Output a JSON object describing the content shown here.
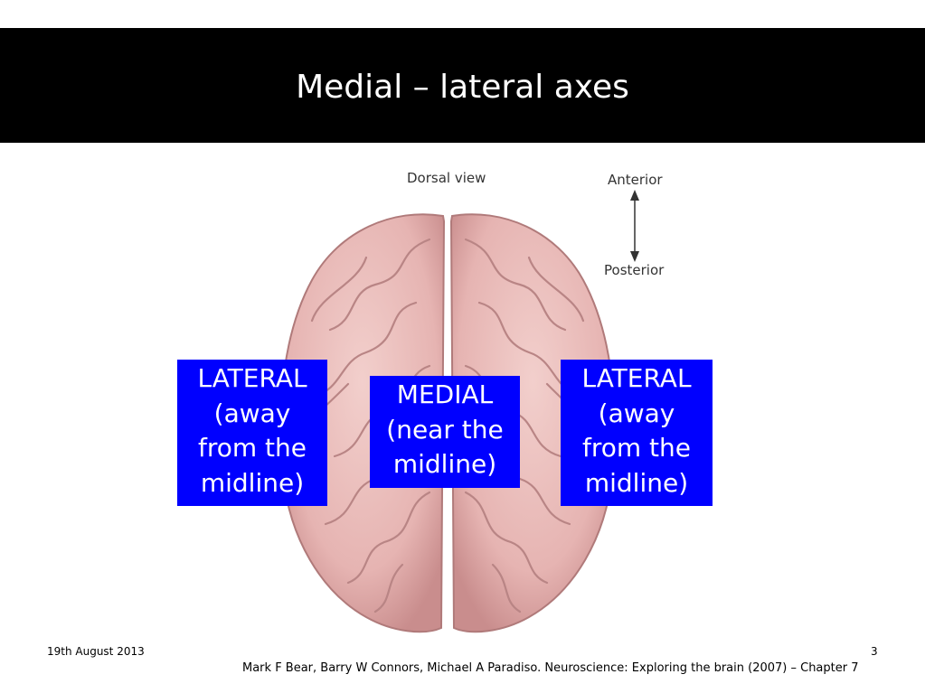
{
  "slide": {
    "title": "Medial – lateral axes",
    "date": "19th August 2013",
    "page_number": "3",
    "citation": "Mark F Bear, Barry W Connors, Michael A Paradiso. Neuroscience: Exploring the brain (2007) – Chapter 7"
  },
  "figure": {
    "view_label": "Dorsal view",
    "anterior_label": "Anterior",
    "posterior_label": "Posterior"
  },
  "labels": {
    "left": "LATERAL\n(away\nfrom the\nmidline)",
    "middle": "MEDIAL\n(near the\nmidline)",
    "right": "LATERAL\n(away\nfrom the\nmidline)"
  },
  "colors": {
    "title_bar": "#000000",
    "label_box": "#0000ff",
    "brain": "#e6b4b2"
  }
}
